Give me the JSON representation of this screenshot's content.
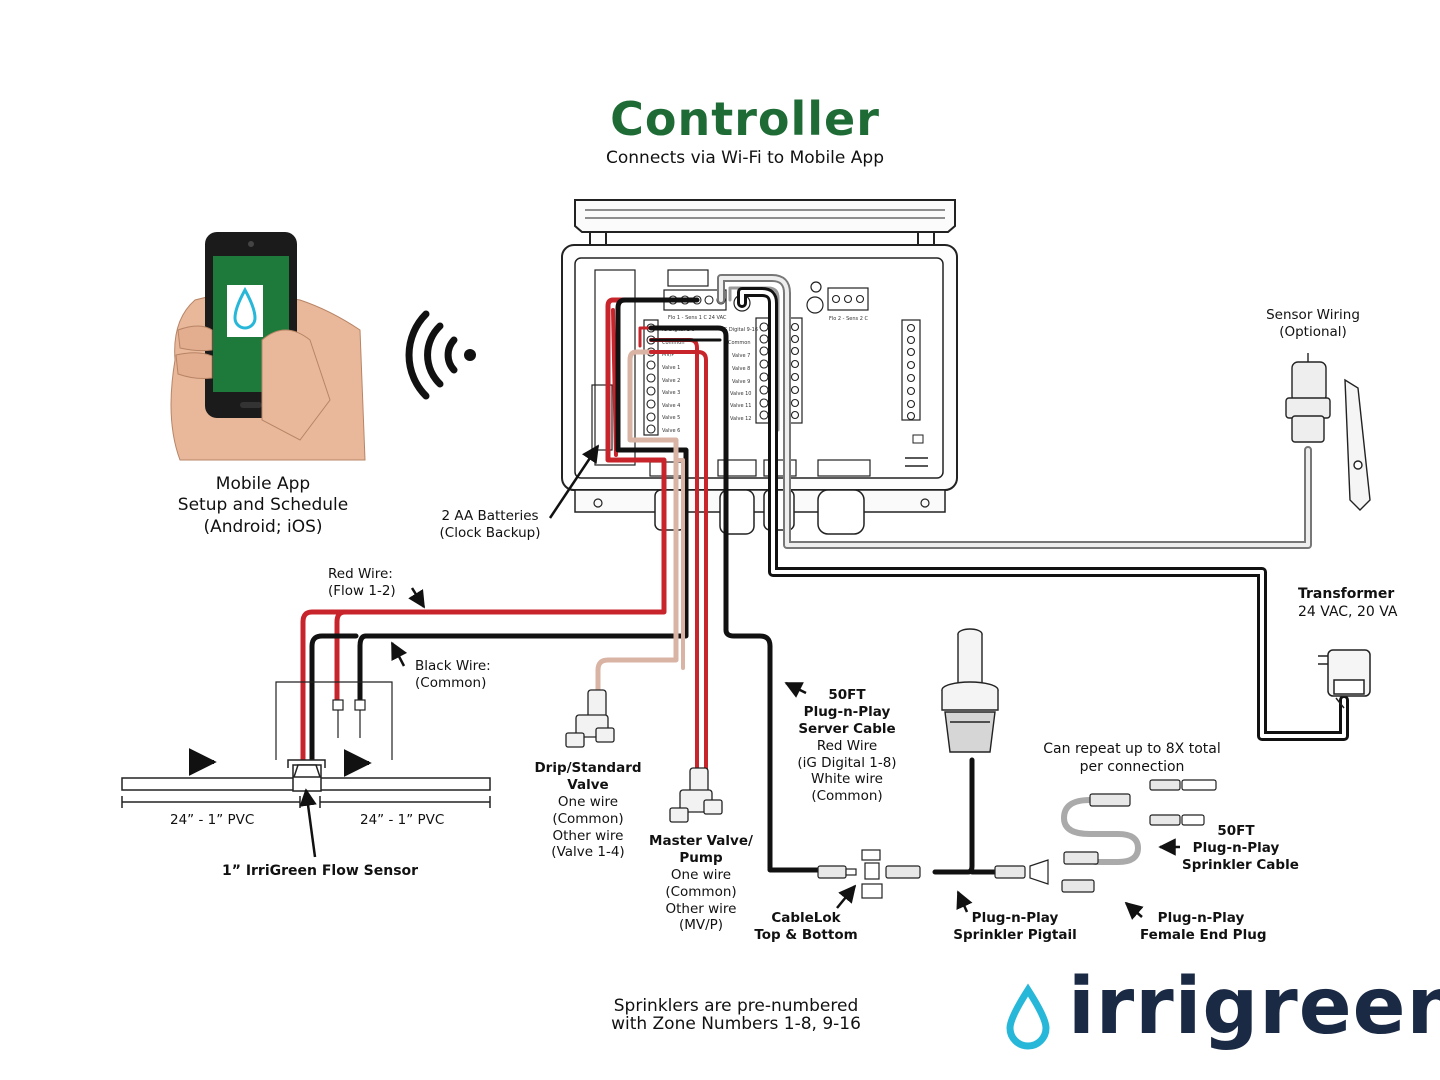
{
  "header": {
    "title": "Controller",
    "subtitle": "Connects via Wi-Fi to Mobile App"
  },
  "mobile_app": {
    "line1": "Mobile App",
    "line2": "Setup and Schedule",
    "line3": "(Android; iOS)"
  },
  "batteries": {
    "line1": "2 AA Batteries",
    "line2": "(Clock Backup)"
  },
  "sensor_wiring": {
    "line1": "Sensor Wiring",
    "line2": "(Optional)"
  },
  "transformer": {
    "title": "Transformer",
    "spec": "24 VAC, 20 VA"
  },
  "red_wire": {
    "line1": "Red Wire:",
    "line2": "(Flow 1-2)"
  },
  "black_wire": {
    "line1": "Black Wire:",
    "line2": "(Common)"
  },
  "pvc": {
    "left": "24” - 1” PVC",
    "right": "24” - 1” PVC"
  },
  "flow_sensor": "1” IrriGreen Flow Sensor",
  "drip_valve": {
    "title1": "Drip/Standard",
    "title2": "Valve",
    "line1": "One wire",
    "line2": "(Common)",
    "line3": "Other wire",
    "line4": "(Valve 1-4)"
  },
  "master_valve": {
    "title1": "Master Valve/",
    "title2": "Pump",
    "line1": "One wire",
    "line2": "(Common)",
    "line3": "Other wire",
    "line4": "(MV/P)"
  },
  "server_cable": {
    "title1": "50FT",
    "title2": "Plug-n-Play",
    "title3": "Server Cable",
    "line1": "Red Wire",
    "line2": "(iG Digital 1-8)",
    "line3": "White wire",
    "line4": "(Common)"
  },
  "repeat_note": {
    "line1": "Can repeat up to 8X total",
    "line2": "per connection"
  },
  "sprinkler_cable": {
    "line1": "50FT",
    "line2": "Plug-n-Play",
    "line3": "Sprinkler Cable"
  },
  "cablelok": {
    "line1": "CableLok",
    "line2": "Top & Bottom"
  },
  "pigtail": {
    "line1": "Plug-n-Play",
    "line2": "Sprinkler Pigtail"
  },
  "female_plug": {
    "line1": "Plug-n-Play",
    "line2": "Female End Plug"
  },
  "footer_note": {
    "line1": "Sprinklers are pre-numbered",
    "line2": "with Zone Numbers 1-8, 9-16"
  },
  "logo": {
    "wordmark": "irrigreen"
  },
  "terminal_labels": {
    "left": [
      "iG Digital 1-8",
      "Common",
      "MV/P",
      "Valve 1",
      "Valve 2",
      "Valve 3",
      "Valve 4",
      "Valve 5",
      "Valve 6"
    ],
    "right": [
      "iG Digital 9-16",
      "Common",
      "Valve 7",
      "Valve 8",
      "Valve 9",
      "Valve 10",
      "Valve 11",
      "Valve 12"
    ],
    "top_left": "Flo 1 - Sens 1  C   24 VAC",
    "top_right": "Flo 2 - Sens 2  C"
  },
  "colors": {
    "brand_green": "#1e6b35",
    "logo_navy": "#1b2a44",
    "logo_drop": "#27b7d8",
    "wire_red": "#c8242b",
    "wire_black": "#111111",
    "wire_gray": "#b9b9b9",
    "wire_tan": "#d9b4a4"
  },
  "icons": [
    "phone-icon",
    "wifi-icon",
    "water-drop-icon",
    "arrow-icon",
    "valve-icon",
    "sprinkler-icon",
    "transformer-icon",
    "rain-sensor-icon",
    "connector-icon"
  ]
}
